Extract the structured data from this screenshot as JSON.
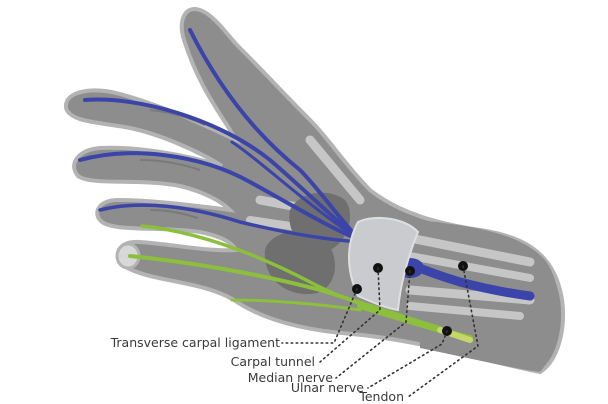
{
  "labels": {
    "transverse_carpal_ligament": "Transverse carpal ligament",
    "carpal_tunnel": "Carpal tunnel",
    "median_nerve": "Median nerve",
    "ulnar_nerve": "Ulnar nerve",
    "tendon": "Tendon"
  },
  "colors": {
    "skin": "#8d8d8d",
    "skin_outline": "#b3b3b3",
    "nerve_median": "#3b44a8",
    "nerve_ulnar": "#8bbf3c",
    "ligament": "#c9cbce",
    "tendon": "#c6c6c6",
    "bone": "#6f6f6f",
    "marker": "#111111"
  }
}
